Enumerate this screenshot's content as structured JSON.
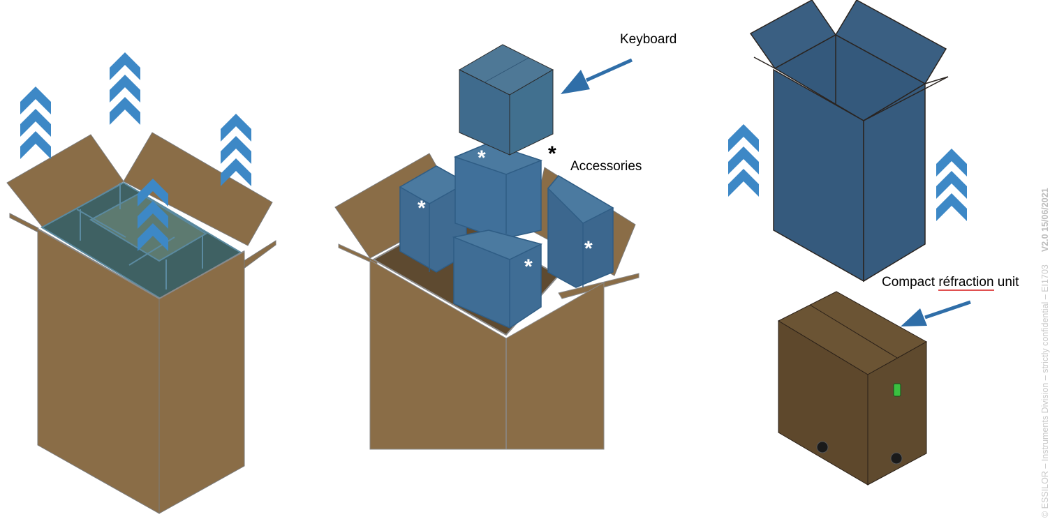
{
  "labels": {
    "keyboard": "Keyboard",
    "accessories": "Accessories",
    "accessories_marker": "*",
    "compact_unit_prefix": "Compact ",
    "compact_unit_underlined": "réfraction",
    "compact_unit_suffix": " unit"
  },
  "accessory_markers": [
    "*",
    "*",
    "*",
    "*"
  ],
  "footer": {
    "text": "© ESSILOR – Instruments Division –  strictly confidential – EI1703",
    "version": "V2.0 15/06/2021"
  },
  "colors": {
    "cardboard": "#8a6d47",
    "cardboard_dark": "#5e4a30",
    "blue_box": "#3a5f82",
    "blue_box_light": "#4a7396",
    "chevron": "#3d88c6",
    "arrow": "#2f6ea8",
    "insert": "#3f6163",
    "unit_box": "#665032",
    "underline": "#e05050"
  },
  "icons": {
    "up_chevrons": "triple-chevron-up-icon",
    "pointer_arrow": "arrow-icon"
  }
}
